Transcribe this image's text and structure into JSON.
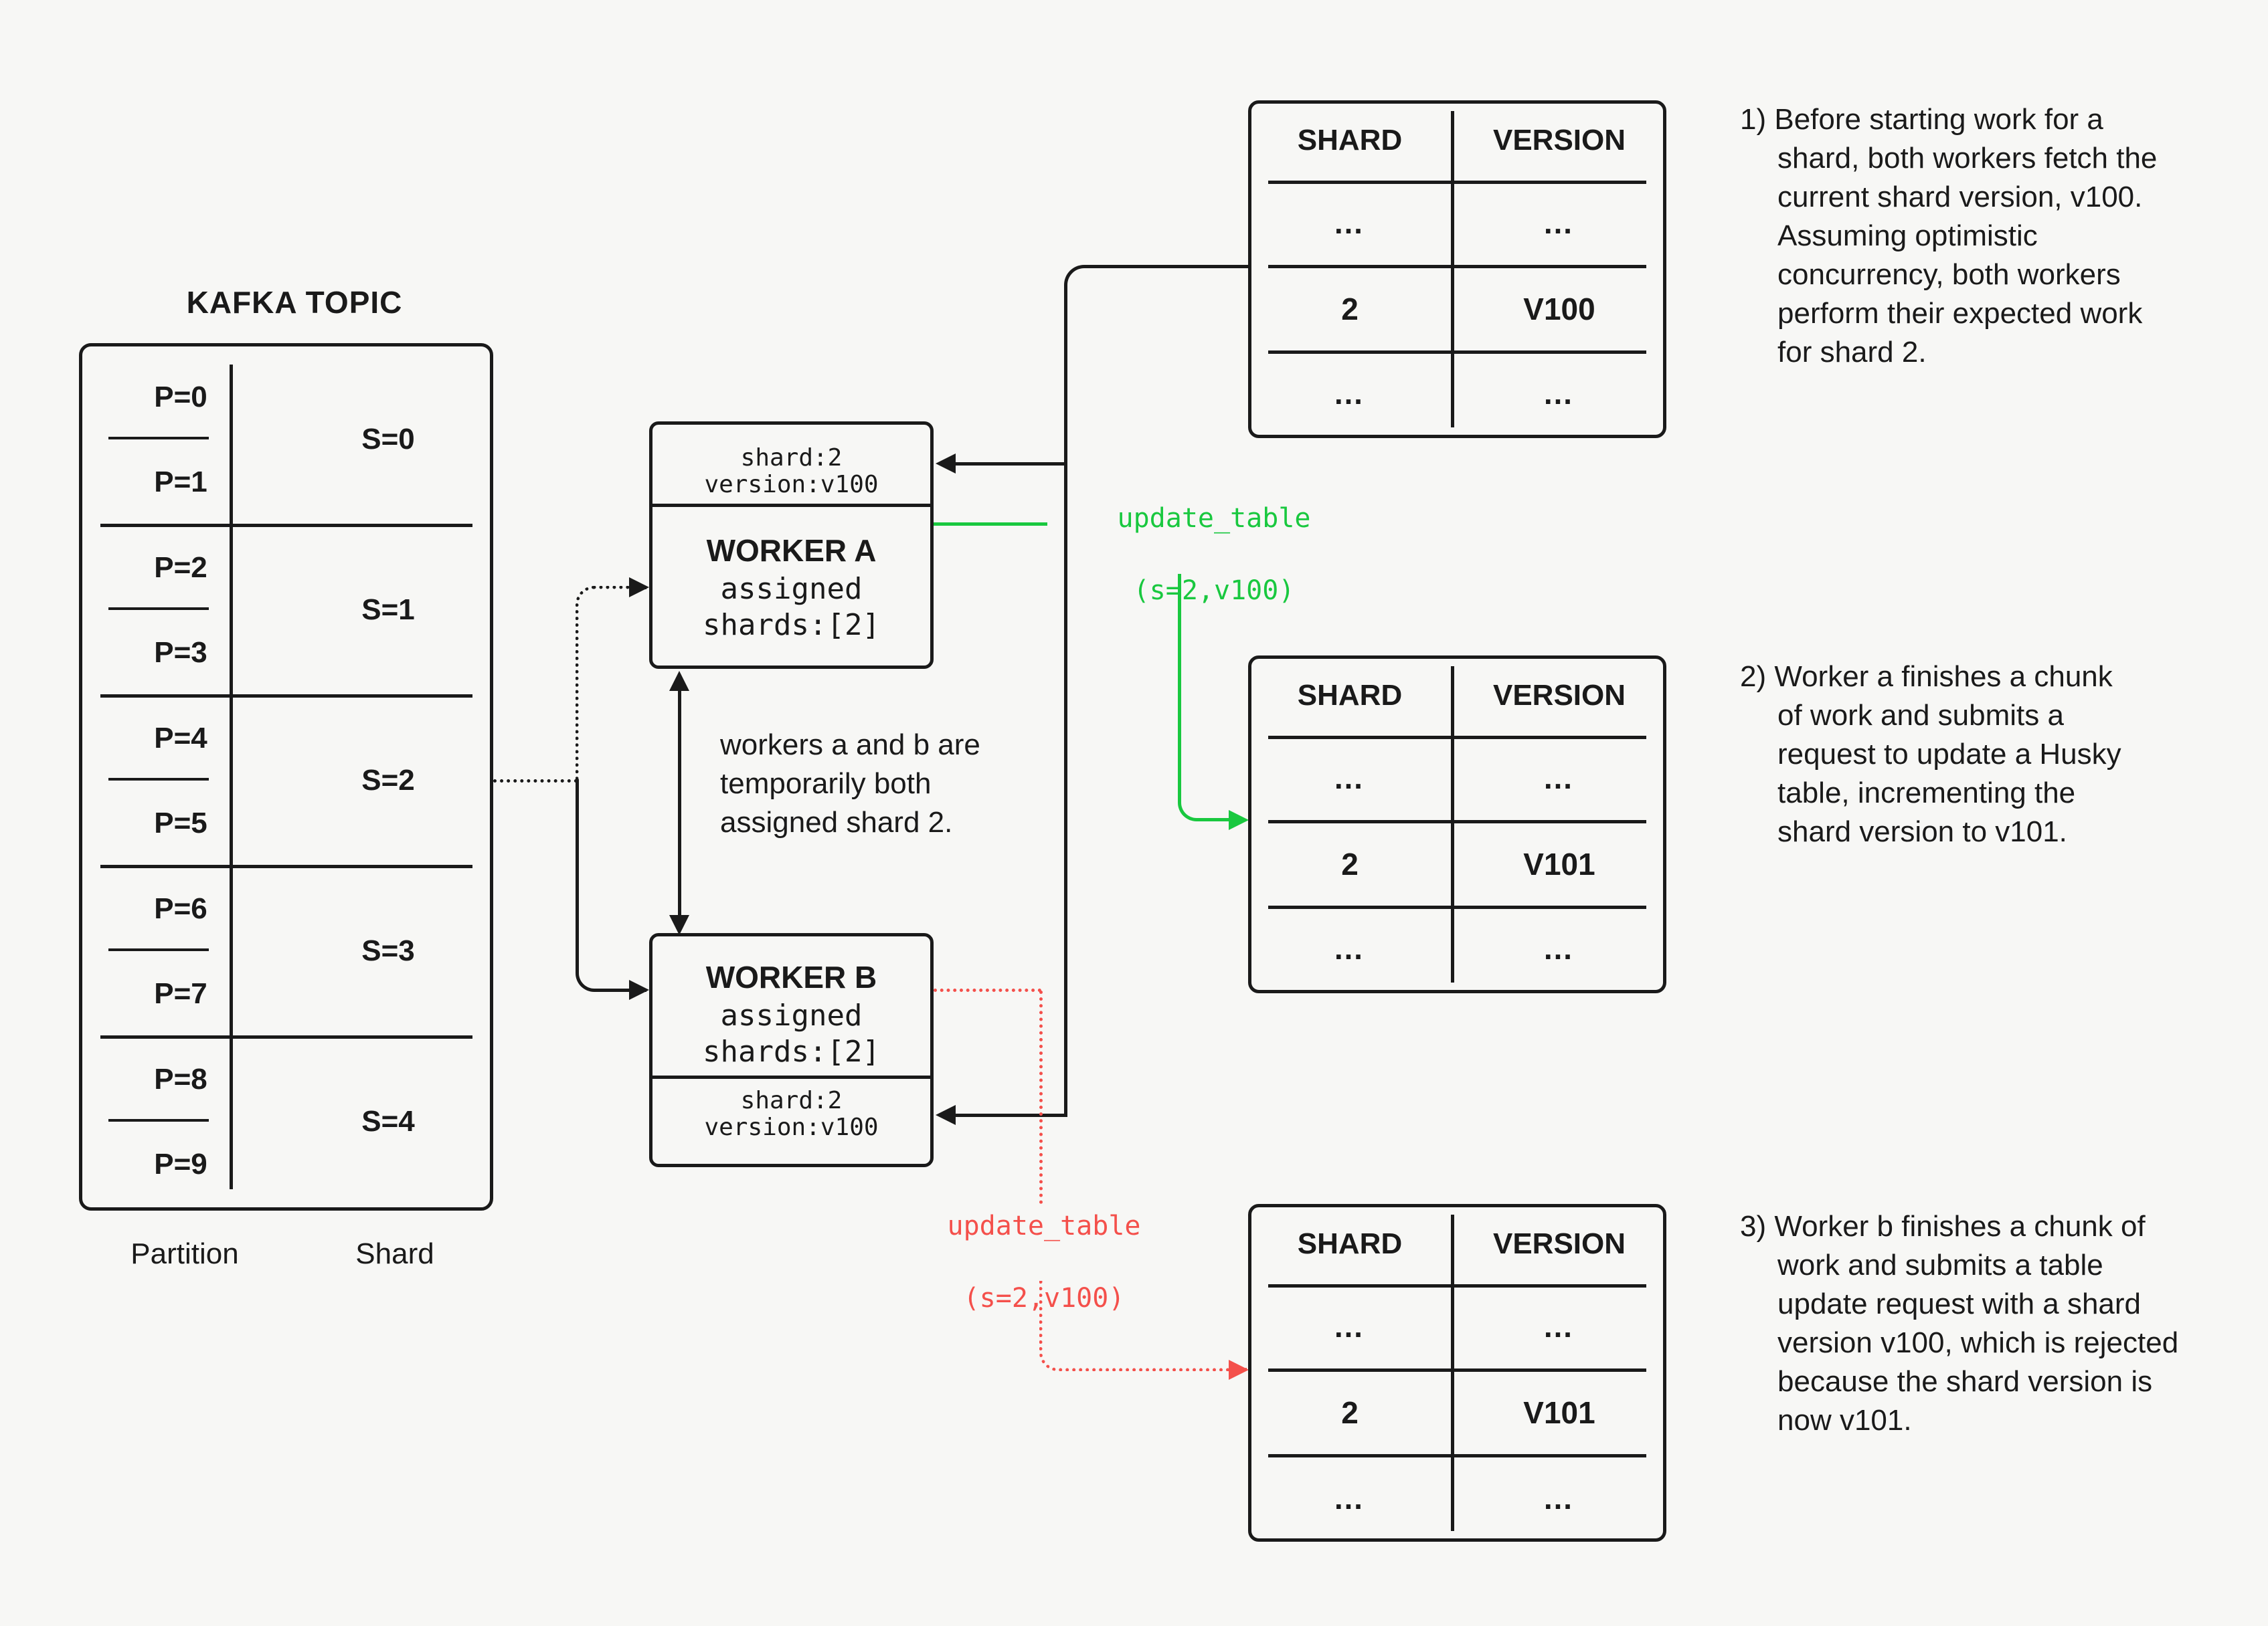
{
  "colors": {
    "background": "#F7F7F5",
    "ink": "#1A1A1A",
    "green": "#19C83F",
    "red": "#F4504B"
  },
  "kafka": {
    "title": "KAFKA TOPIC",
    "column_labels": {
      "partition": "Partition",
      "shard": "Shard"
    },
    "rows": [
      {
        "partitions": [
          "P=0",
          "P=1"
        ],
        "shard": "S=0"
      },
      {
        "partitions": [
          "P=2",
          "P=3"
        ],
        "shard": "S=1"
      },
      {
        "partitions": [
          "P=4",
          "P=5"
        ],
        "shard": "S=2"
      },
      {
        "partitions": [
          "P=6",
          "P=7"
        ],
        "shard": "S=3"
      },
      {
        "partitions": [
          "P=8",
          "P=9"
        ],
        "shard": "S=4"
      }
    ]
  },
  "workers": {
    "a": {
      "name": "WORKER A",
      "assigned_line1": "assigned",
      "assigned_line2": "shards:[2]",
      "fetched": {
        "line1": "shard:2",
        "line2": "version:v100"
      }
    },
    "b": {
      "name": "WORKER B",
      "assigned_line1": "assigned",
      "assigned_line2": "shards:[2]",
      "fetched": {
        "line1": "shard:2",
        "line2": "version:v100"
      }
    }
  },
  "note": "workers a and b are\ntemporarily both\nassigned shard 2.",
  "calls": {
    "worker_a_update": {
      "line1": "update_table",
      "line2": "(s=2,v100)"
    },
    "worker_b_update": {
      "line1": "update_table",
      "line2": "(s=2,v100)"
    }
  },
  "tables": {
    "initial": {
      "headers": [
        "SHARD",
        "VERSION"
      ],
      "rows": [
        [
          "…",
          "…"
        ],
        [
          "2",
          "V100"
        ],
        [
          "…",
          "…"
        ]
      ]
    },
    "after_a": {
      "headers": [
        "SHARD",
        "VERSION"
      ],
      "rows": [
        [
          "…",
          "…"
        ],
        [
          "2",
          "V101"
        ],
        [
          "…",
          "…"
        ]
      ]
    },
    "after_b": {
      "headers": [
        "SHARD",
        "VERSION"
      ],
      "rows": [
        [
          "…",
          "…"
        ],
        [
          "2",
          "V101"
        ],
        [
          "…",
          "…"
        ]
      ]
    }
  },
  "annotations": {
    "step1": "1) Before starting work for a\nshard, both workers fetch the\ncurrent shard version, v100.\nAssuming optimistic\nconcurrency, both workers\nperform their expected work\nfor shard 2.",
    "step2": "2) Worker a finishes a chunk\nof work and submits a\nrequest to update a Husky\ntable, incrementing the\nshard version to v101.",
    "step3": "3) Worker b finishes a chunk of\nwork and submits a table\nupdate request with a shard\nversion v100, which is rejected\nbecause the shard version is\nnow v101."
  }
}
